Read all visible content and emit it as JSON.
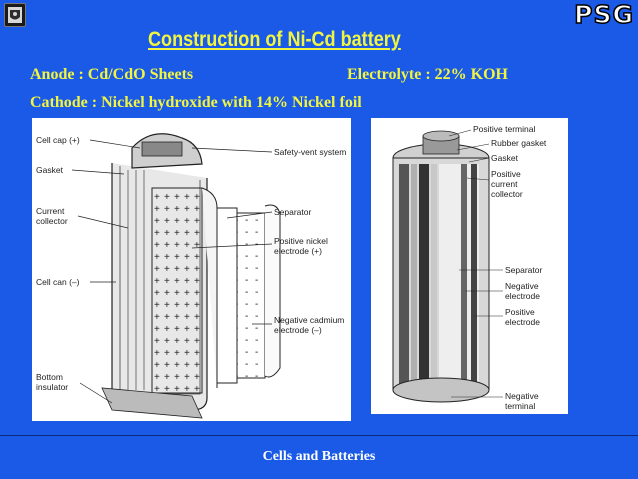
{
  "header": {
    "title": "Construction of Ni-Cd battery",
    "logo_right": "PSG",
    "logo_left_icon": "institute-crest-icon"
  },
  "specs": {
    "anode": "Anode  : Cd/CdO Sheets",
    "electrolyte": "Electrolyte : 22% KOH",
    "cathode": "Cathode : Nickel hydroxide with 14% Nickel foil"
  },
  "left_diagram": {
    "labels": {
      "cell_cap": "Cell cap (+)",
      "gasket": "Gasket",
      "current_collector_1": "Current",
      "current_collector_2": "collector",
      "cell_can": "Cell can (–)",
      "bottom_insulator_1": "Bottom",
      "bottom_insulator_2": "insulator",
      "safety_vent": "Safety-vent system",
      "separator": "Separator",
      "positive_nickel_1": "Positive nickel",
      "positive_nickel_2": "electrode (+)",
      "negative_cadmium_1": "Negative cadmium",
      "negative_cadmium_2": "electrode (–)"
    }
  },
  "right_diagram": {
    "labels": {
      "positive_terminal": "Positive terminal",
      "rubber_gasket": "Rubber gasket",
      "gasket": "Gasket",
      "positive_current_collector_1": "Positive",
      "positive_current_collector_2": "current",
      "positive_current_collector_3": "collector",
      "separator": "Separator",
      "negative_electrode_1": "Negative",
      "negative_electrode_2": "electrode",
      "positive_electrode_1": "Positive",
      "positive_electrode_2": "electrode",
      "negative_terminal_1": "Negative",
      "negative_terminal_2": "terminal"
    }
  },
  "footer": {
    "text": "Cells and Batteries"
  },
  "colors": {
    "background": "#1a5ae6",
    "title": "#f1f542",
    "footer_text": "#ffffff"
  }
}
